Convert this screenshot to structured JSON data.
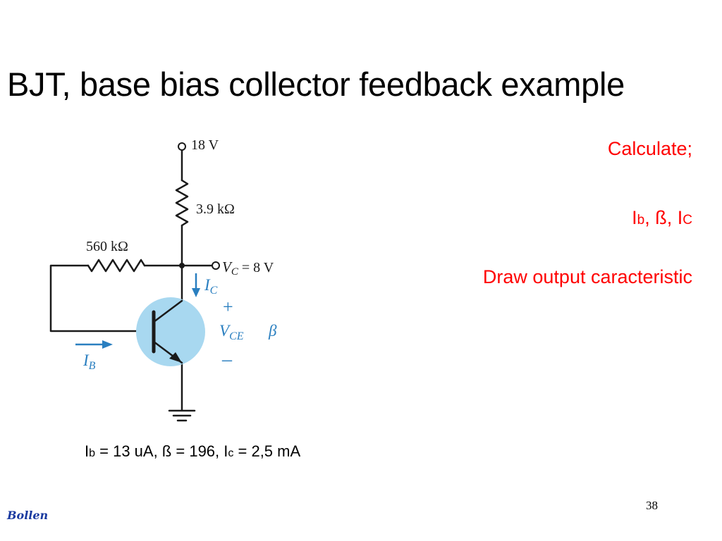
{
  "slide": {
    "title": "BJT, base bias collector feedback example",
    "calculate_label": "Calculate;",
    "unknowns": {
      "ib_main": "I",
      "ib_sub": "b",
      "beta_part": ", ß, ",
      "ic_main": "I",
      "ic_sub": "C"
    },
    "draw_instruction": "Draw output caracteristic",
    "answer": {
      "ib_main": "I",
      "ib_sub": "b",
      "ib_value": " = 13 uA, ß = 196, ",
      "ic_main": "I",
      "ic_sub": "c",
      "ic_value": " = 2,5 mA"
    },
    "page_number": "38",
    "author": "Bollen"
  },
  "circuit": {
    "supply_label": "18 V",
    "rc_label": "3.9  kΩ",
    "rb_label": "560  kΩ",
    "vc_symbol": "V",
    "vc_sub": "C",
    "vc_value": " = 8 V",
    "ic_symbol": "I",
    "ic_sub": "C",
    "ib_symbol": "I",
    "ib_sub": "B",
    "vce_symbol": "V",
    "vce_sub": "CE",
    "plus_sign": "+",
    "minus_sign": "–",
    "beta_symbol": "β",
    "colors": {
      "wire": "#1a1a1a",
      "transistor_fill": "#a8d8f0",
      "annotation": "#2a7fc0",
      "question_text": "#ff0000"
    }
  }
}
